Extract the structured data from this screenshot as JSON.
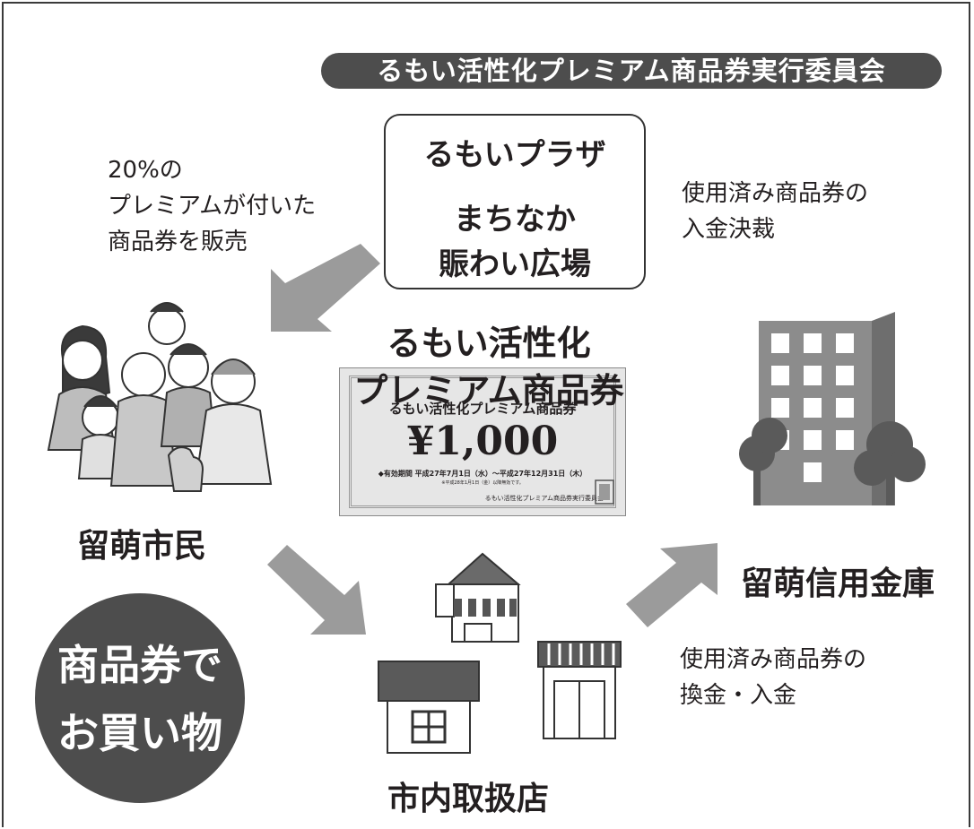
{
  "committee": "るもい活性化プレミアム商品券実行委員会",
  "plaza": {
    "line1": "るもいプラザ",
    "line2": "まちなか",
    "line3": "賑わい広場"
  },
  "sales_note": {
    "line1": "20%の",
    "line2": "プレミアムが付いた",
    "line3": "商品券を販売"
  },
  "settlement_note": {
    "line1": "使用済み商品券の",
    "line2": "入金決裁"
  },
  "voucher_title": {
    "line1": "るもい活性化",
    "line2": "プレミアム商品券"
  },
  "voucher": {
    "name": "るもい活性化プレミアム商品券",
    "amount": "¥1,000",
    "period": "◆有効期間 平成27年7月1日（水）～平成27年12月31日（木）",
    "note": "※平成28年1月1日（金）以降無効です。",
    "issuer": "るもい活性化プレミアム商品券実行委員会"
  },
  "citizens_label": "留萌市民",
  "bank_label": "留萌信用金庫",
  "shopping": {
    "line1": "商品券で",
    "line2": "お買い物"
  },
  "exchange_note": {
    "line1": "使用済み商品券の",
    "line2": "換金・入金"
  },
  "stores_label": "市内取扱店",
  "colors": {
    "arrow": "#9b9b9b",
    "dark_fill": "#4d4d4d",
    "building": "#8c8c8c",
    "store_roof": "#5a5a5a"
  }
}
